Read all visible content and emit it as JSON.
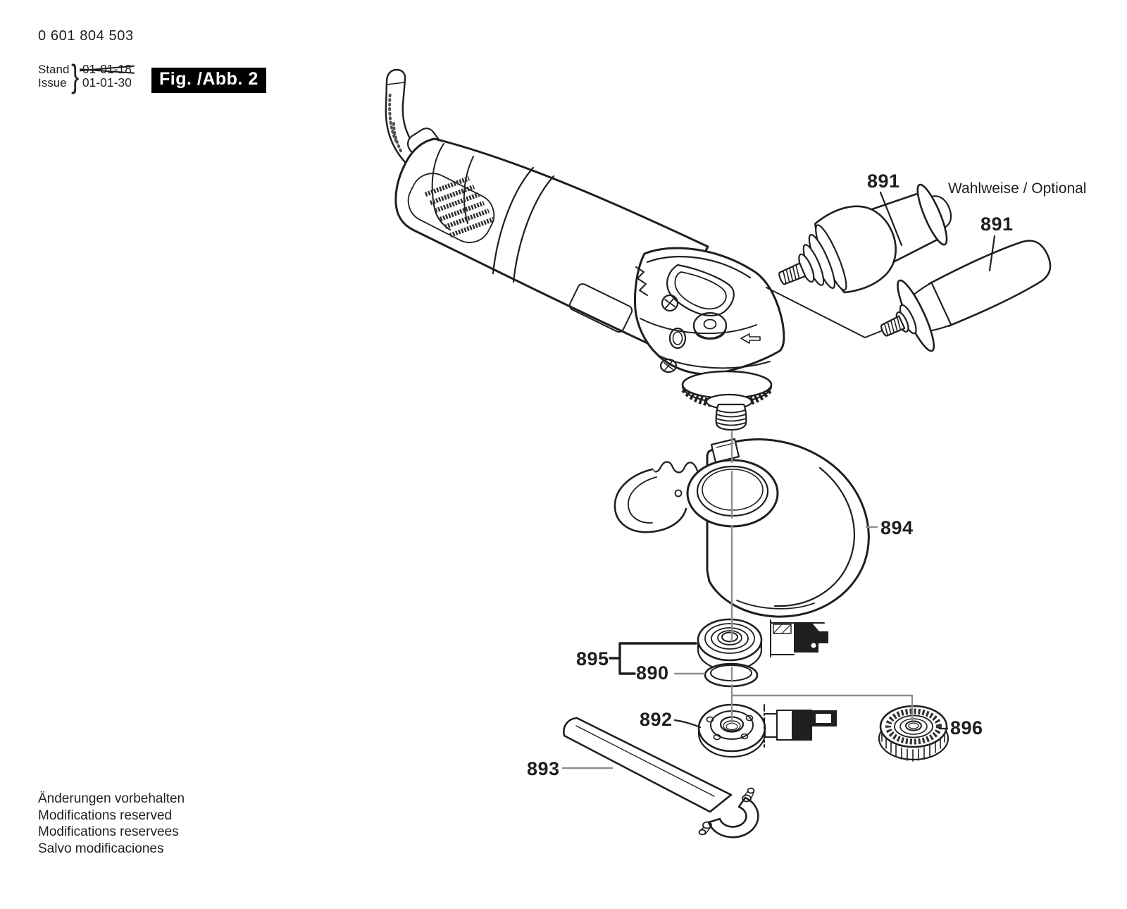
{
  "header": {
    "part_number": "0 601 804 503",
    "stand_label": "Stand",
    "issue_label": "Issue",
    "brace": "}",
    "superseded_date": "01-01-18",
    "issue_date": "01-01-30",
    "figure_label": "Fig. /Abb. 2"
  },
  "diagram": {
    "optional_note": "Wahlweise / Optional",
    "part_labels": {
      "side_handle": "891",
      "side_handle_optional": "891",
      "wheel_guard": "894",
      "flange_set": "895",
      "o_ring": "890",
      "clamp_nut": "892",
      "pin_wrench": "893",
      "quick_clamp_nut": "896"
    },
    "icons": {
      "flange_mount_pictogram": "flange-cross-section-icon",
      "nut_mount_pictogram": "nut-cross-section-icon"
    }
  },
  "footer": {
    "lines": [
      "Änderungen vorbehalten",
      "Modifications reserved",
      "Modifications reservees",
      "Salvo modificaciones"
    ]
  },
  "colors": {
    "ink": "#1f1f1f",
    "line_gray": "#8d8d97",
    "figure_box_bg": "#000000",
    "figure_box_text": "#ffffff",
    "paper": "#ffffff"
  }
}
